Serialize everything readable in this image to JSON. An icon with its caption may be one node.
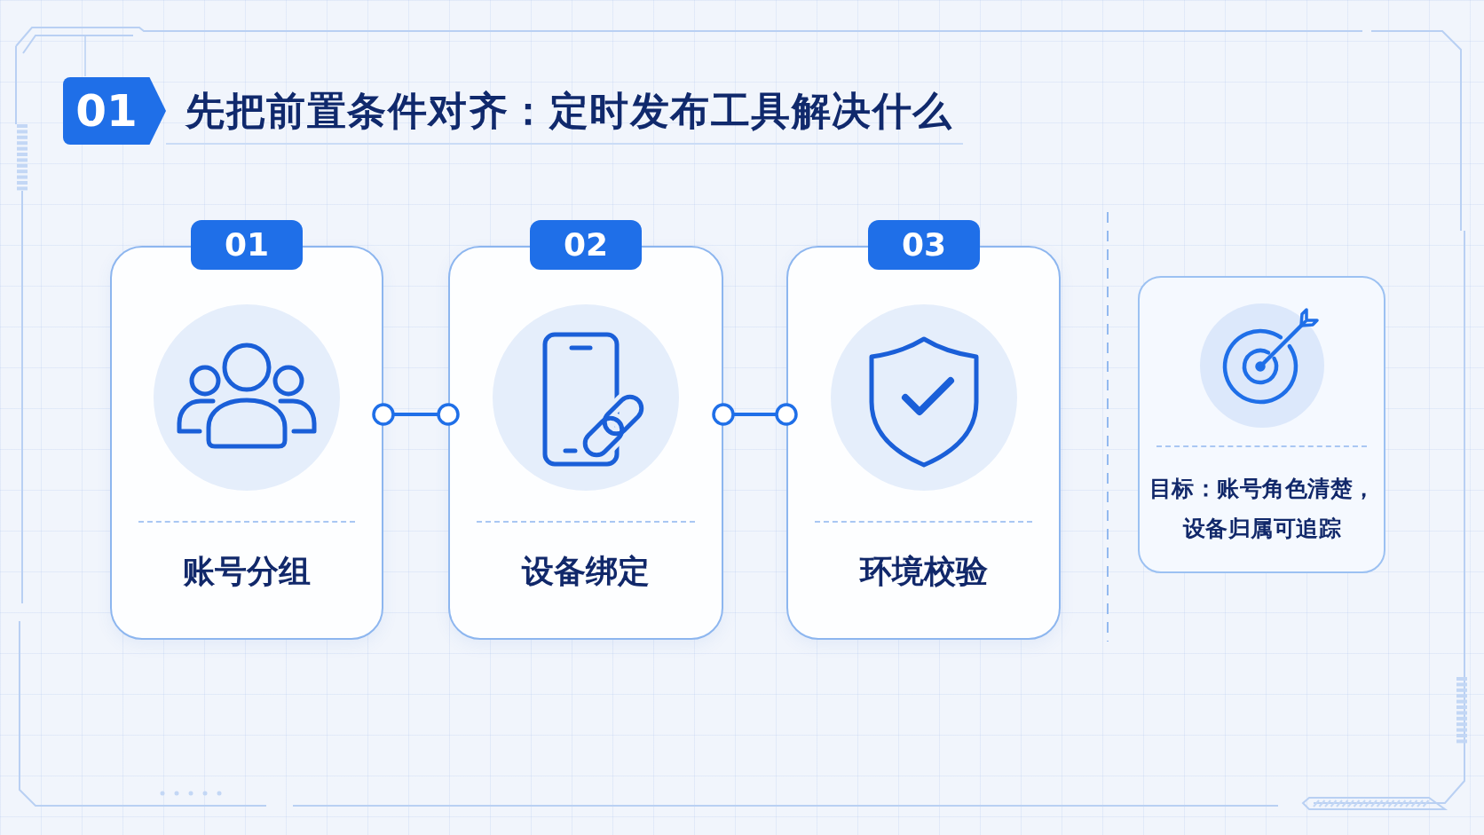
{
  "diagram": {
    "title": "先把前置条件对齐：定时发布工具解决什么",
    "nodes": [
      {
        "text": [
          "01",
          "账号分组"
        ]
      },
      {
        "text": [
          "02",
          "设备绑定"
        ]
      },
      {
        "text": [
          "03",
          "环境校验"
        ]
      },
      {
        "text": [
          "目标：账号角色清楚，设备归属可追踪"
        ]
      }
    ],
    "edges": [
      {
        "from": 0,
        "to": 1,
        "arrow": "other"
      },
      {
        "from": 1,
        "to": 2,
        "arrow": "other"
      }
    ],
    "labels": [
      "01"
    ]
  }
}
